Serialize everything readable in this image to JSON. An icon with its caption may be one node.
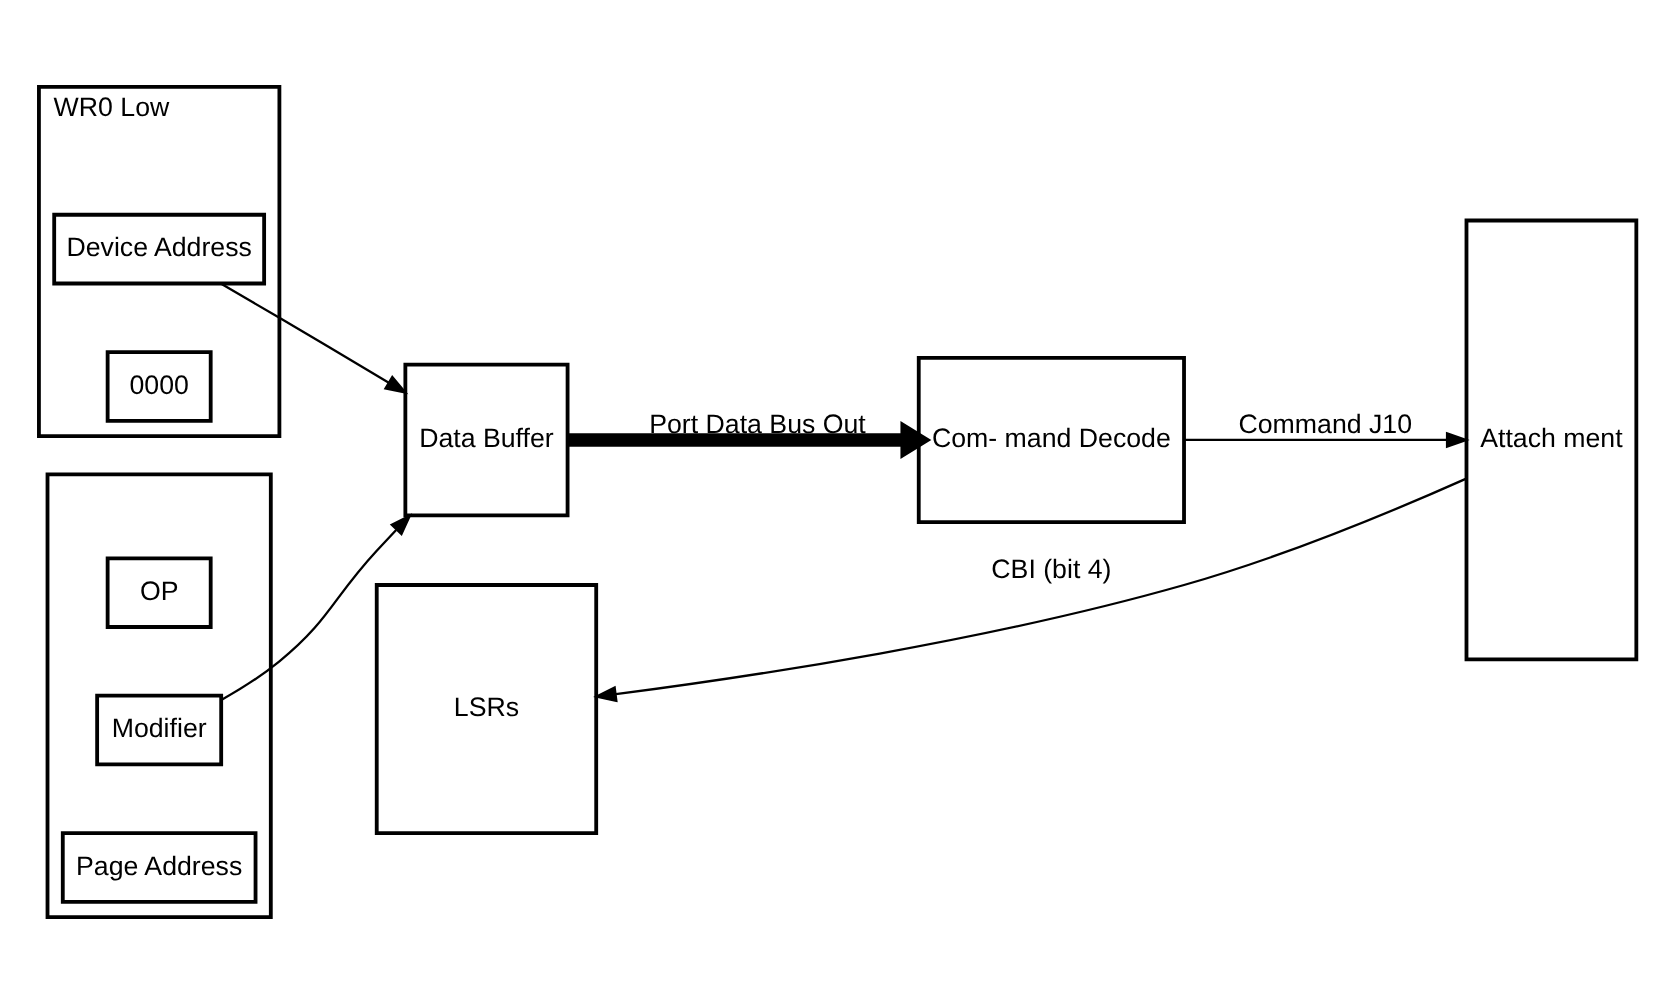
{
  "diagram": {
    "nodes": [
      {
        "text": [
          "WR0 Low"
        ]
      },
      {
        "text": [
          "Device Address"
        ],
        "in": 0
      },
      {
        "text": [
          "0000"
        ],
        "in": 0
      },
      {
        "text": [],
        "shape": "box"
      },
      {
        "text": [
          "OP"
        ],
        "in": 3
      },
      {
        "text": [
          "Modifier"
        ],
        "in": 3
      },
      {
        "text": [
          "Page Address"
        ],
        "in": 3
      },
      {
        "text": [
          "Data Buffer"
        ]
      },
      {
        "text": [
          "Com- mand Decode"
        ]
      },
      {
        "text": [
          "Attach ment"
        ]
      },
      {
        "text": [
          "LSRs"
        ]
      }
    ],
    "edges": [
      {
        "from": 1,
        "to": 7,
        "arrow": "to"
      },
      {
        "from": 5,
        "to": 7,
        "arrow": "to"
      },
      {
        "from": 7,
        "to": 8,
        "arrow": "to",
        "label": "Port Data Bus Out",
        "style": "thick"
      },
      {
        "from": 8,
        "to": 9,
        "arrow": "to",
        "label": "Command J10"
      },
      {
        "from": 9,
        "to": 10,
        "arrow": "to",
        "label": "CBI (bit 4)"
      }
    ]
  }
}
